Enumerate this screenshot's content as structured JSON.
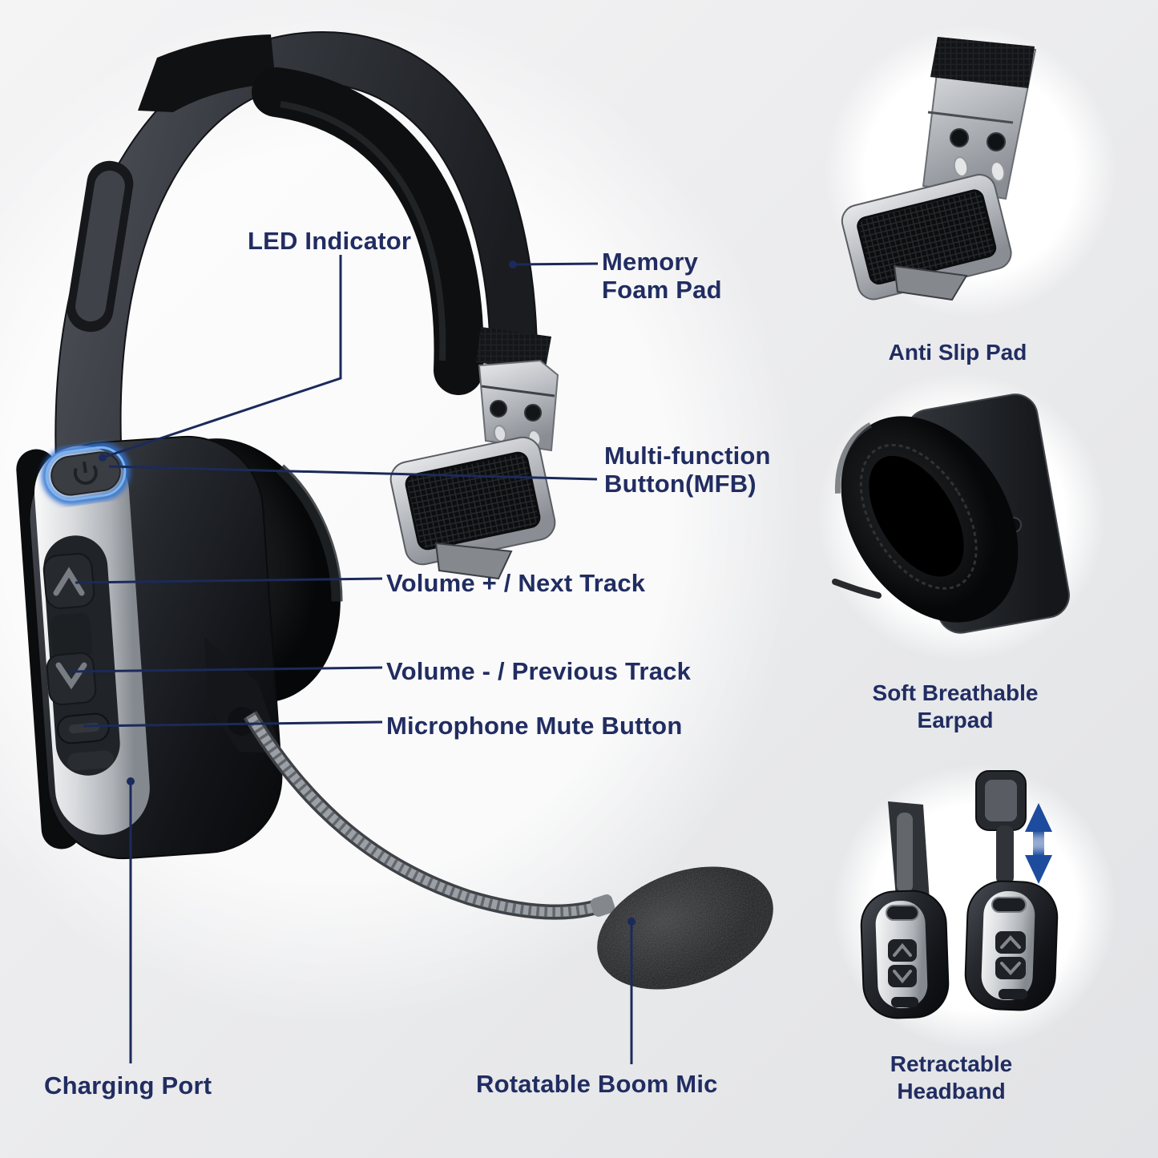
{
  "colors": {
    "label_navy": "#212d61",
    "leader_line": "#1b2a5a",
    "led_blue": "#3f8be8",
    "arrow_blue": "#1d4c9e",
    "background_gray": "#ededef",
    "vignette_white": "#ffffff"
  },
  "callouts": {
    "led_indicator": {
      "label": "LED Indicator"
    },
    "memory_foam_pad": {
      "label": "Memory\nFoam Pad"
    },
    "multi_function_button": {
      "label": "Multi-function\nButton(MFB)"
    },
    "volume_up": {
      "label": "Volume + / Next Track"
    },
    "volume_down": {
      "label": "Volume - / Previous Track"
    },
    "mic_mute": {
      "label": "Microphone Mute Button"
    },
    "charging_port": {
      "label": "Charging Port"
    },
    "boom_mic": {
      "label": "Rotatable Boom Mic"
    }
  },
  "features": [
    {
      "id": "anti-slip-pad",
      "caption": "Anti Slip Pad"
    },
    {
      "id": "soft-breathable-earpad",
      "caption": "Soft Breathable\nEarpad"
    },
    {
      "id": "retractable-headband",
      "caption": "Retractable\nHeadband"
    }
  ],
  "icons": {
    "power_button": "power-icon",
    "volume_up": "chevron-up-icon",
    "volume_down": "chevron-down-icon",
    "mute_button": "mute-pill-icon",
    "retract_arrows": "up-down-arrow-icon"
  }
}
